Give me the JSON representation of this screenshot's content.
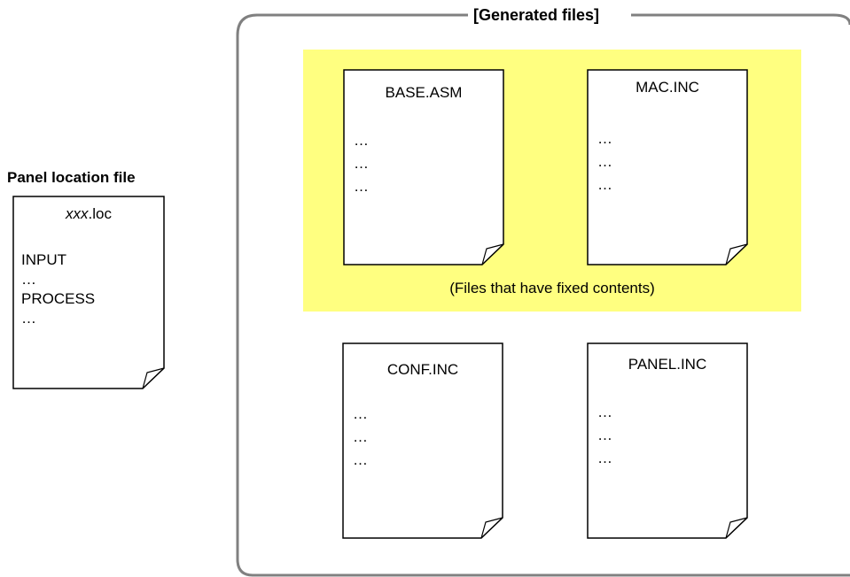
{
  "panel_location_file": {
    "heading": "Panel location file",
    "doc": {
      "name_italic": "xxx",
      "name_rest": ".loc",
      "lines": [
        "INPUT",
        "…",
        "PROCESS",
        "…"
      ]
    }
  },
  "generated_files": {
    "heading": "[Generated files]",
    "fixed_group": {
      "caption": "(Files that have fixed contents)",
      "highlight_color": "#ffff80",
      "files": [
        {
          "name": "BASE.ASM",
          "lines": [
            "…",
            "…",
            "…"
          ]
        },
        {
          "name": "MAC.INC",
          "lines": [
            "…",
            "…",
            "…"
          ]
        }
      ]
    },
    "other_files": [
      {
        "name": "CONF.INC",
        "lines": [
          "…",
          "…",
          "…"
        ]
      },
      {
        "name": "PANEL.INC",
        "lines": [
          "…",
          "…",
          "…"
        ]
      }
    ]
  }
}
